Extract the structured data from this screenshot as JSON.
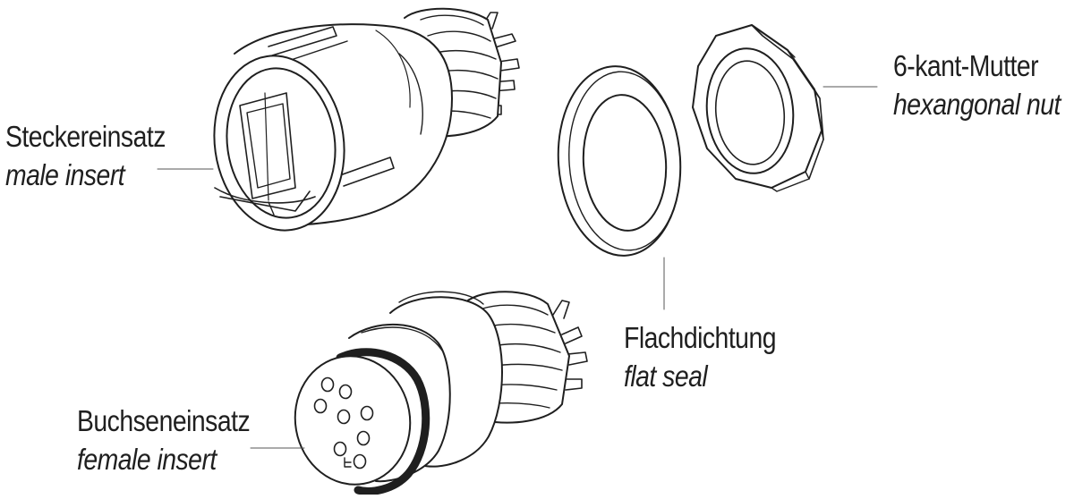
{
  "labels": {
    "male_insert": {
      "de": "Steckereinsatz",
      "en": "male insert"
    },
    "female_insert": {
      "de": "Buchseneinsatz",
      "en": "female insert"
    },
    "flat_seal": {
      "de": "Flachdichtung",
      "en": "flat seal"
    },
    "hex_nut": {
      "de": "6-kant-Mutter",
      "en": "hexangonal nut"
    }
  },
  "colors": {
    "line": "#1f1f1f",
    "fill": "#ffffff",
    "shade": "#e9e9e9",
    "dark": "#2a2a2a"
  }
}
